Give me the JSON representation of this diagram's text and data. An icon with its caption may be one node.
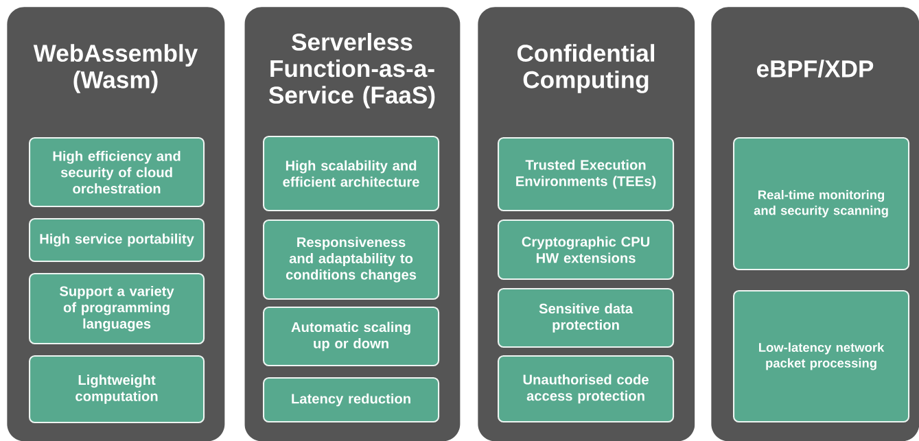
{
  "diagram": {
    "nodes": [
      {
        "text": [
          "WebAssembly (Wasm)"
        ]
      },
      {
        "text": [
          "High efficiency and security of cloud orchestration"
        ],
        "in": 0
      },
      {
        "text": [
          "High service portability"
        ],
        "in": 0
      },
      {
        "text": [
          "Support a variety of programming languages"
        ],
        "in": 0
      },
      {
        "text": [
          "Lightweight computation"
        ],
        "in": 0
      },
      {
        "text": [
          "Serverless Function-as-a-Service (FaaS)"
        ]
      },
      {
        "text": [
          "High scalability and efficient architecture"
        ],
        "in": 5
      },
      {
        "text": [
          "Responsiveness and adaptability to conditions changes"
        ],
        "in": 5
      },
      {
        "text": [
          "Automatic scaling up or down"
        ],
        "in": 5
      },
      {
        "text": [
          "Latency reduction"
        ],
        "in": 5
      },
      {
        "text": [
          "Confidential Computing"
        ]
      },
      {
        "text": [
          "Trusted Execution Environments (TEEs)"
        ],
        "in": 10
      },
      {
        "text": [
          "Cryptographic CPU HW extensions"
        ],
        "in": 10
      },
      {
        "text": [
          "Sensitive data protection"
        ],
        "in": 10
      },
      {
        "text": [
          "Unauthorised code access protection"
        ],
        "in": 10
      },
      {
        "text": [
          "eBPF/XDP"
        ]
      },
      {
        "text": [
          "Real-time monitoring and security scanning"
        ],
        "in": 15
      },
      {
        "text": [
          "Low-latency network packet processing"
        ],
        "in": 15
      }
    ]
  }
}
